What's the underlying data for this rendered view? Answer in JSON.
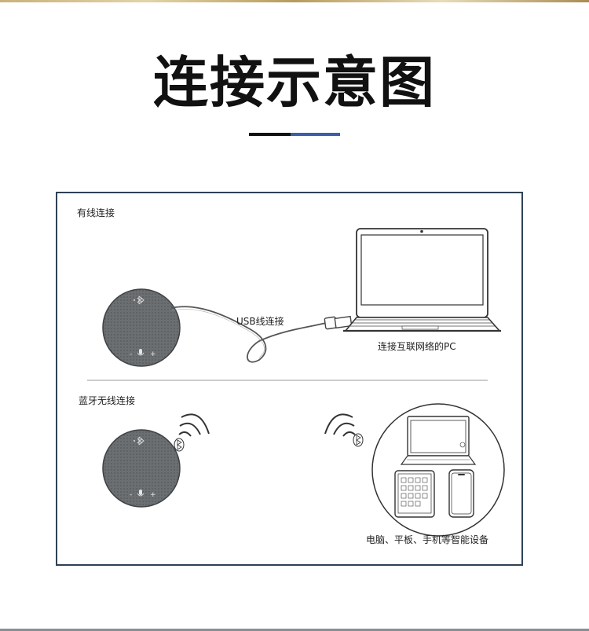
{
  "header": {
    "title": "连接示意图"
  },
  "diagram": {
    "wired": {
      "section_label": "有线连接",
      "cable_label": "USB线连接",
      "laptop_label": "连接互联网络的PC"
    },
    "wireless": {
      "section_label": "蓝牙无线连接",
      "devices_label": "电脑、平板、手机等智能设备"
    },
    "speaker_buttons": {
      "minus": "-",
      "plus": "+"
    }
  },
  "colors": {
    "frame": "#2f4156",
    "accent_blue": "#3a5fa8",
    "speaker_fill": "#666a6d"
  },
  "icons": [
    "bluetooth-icon",
    "wifi-signal-icon",
    "mic-icon",
    "camera-icon"
  ]
}
